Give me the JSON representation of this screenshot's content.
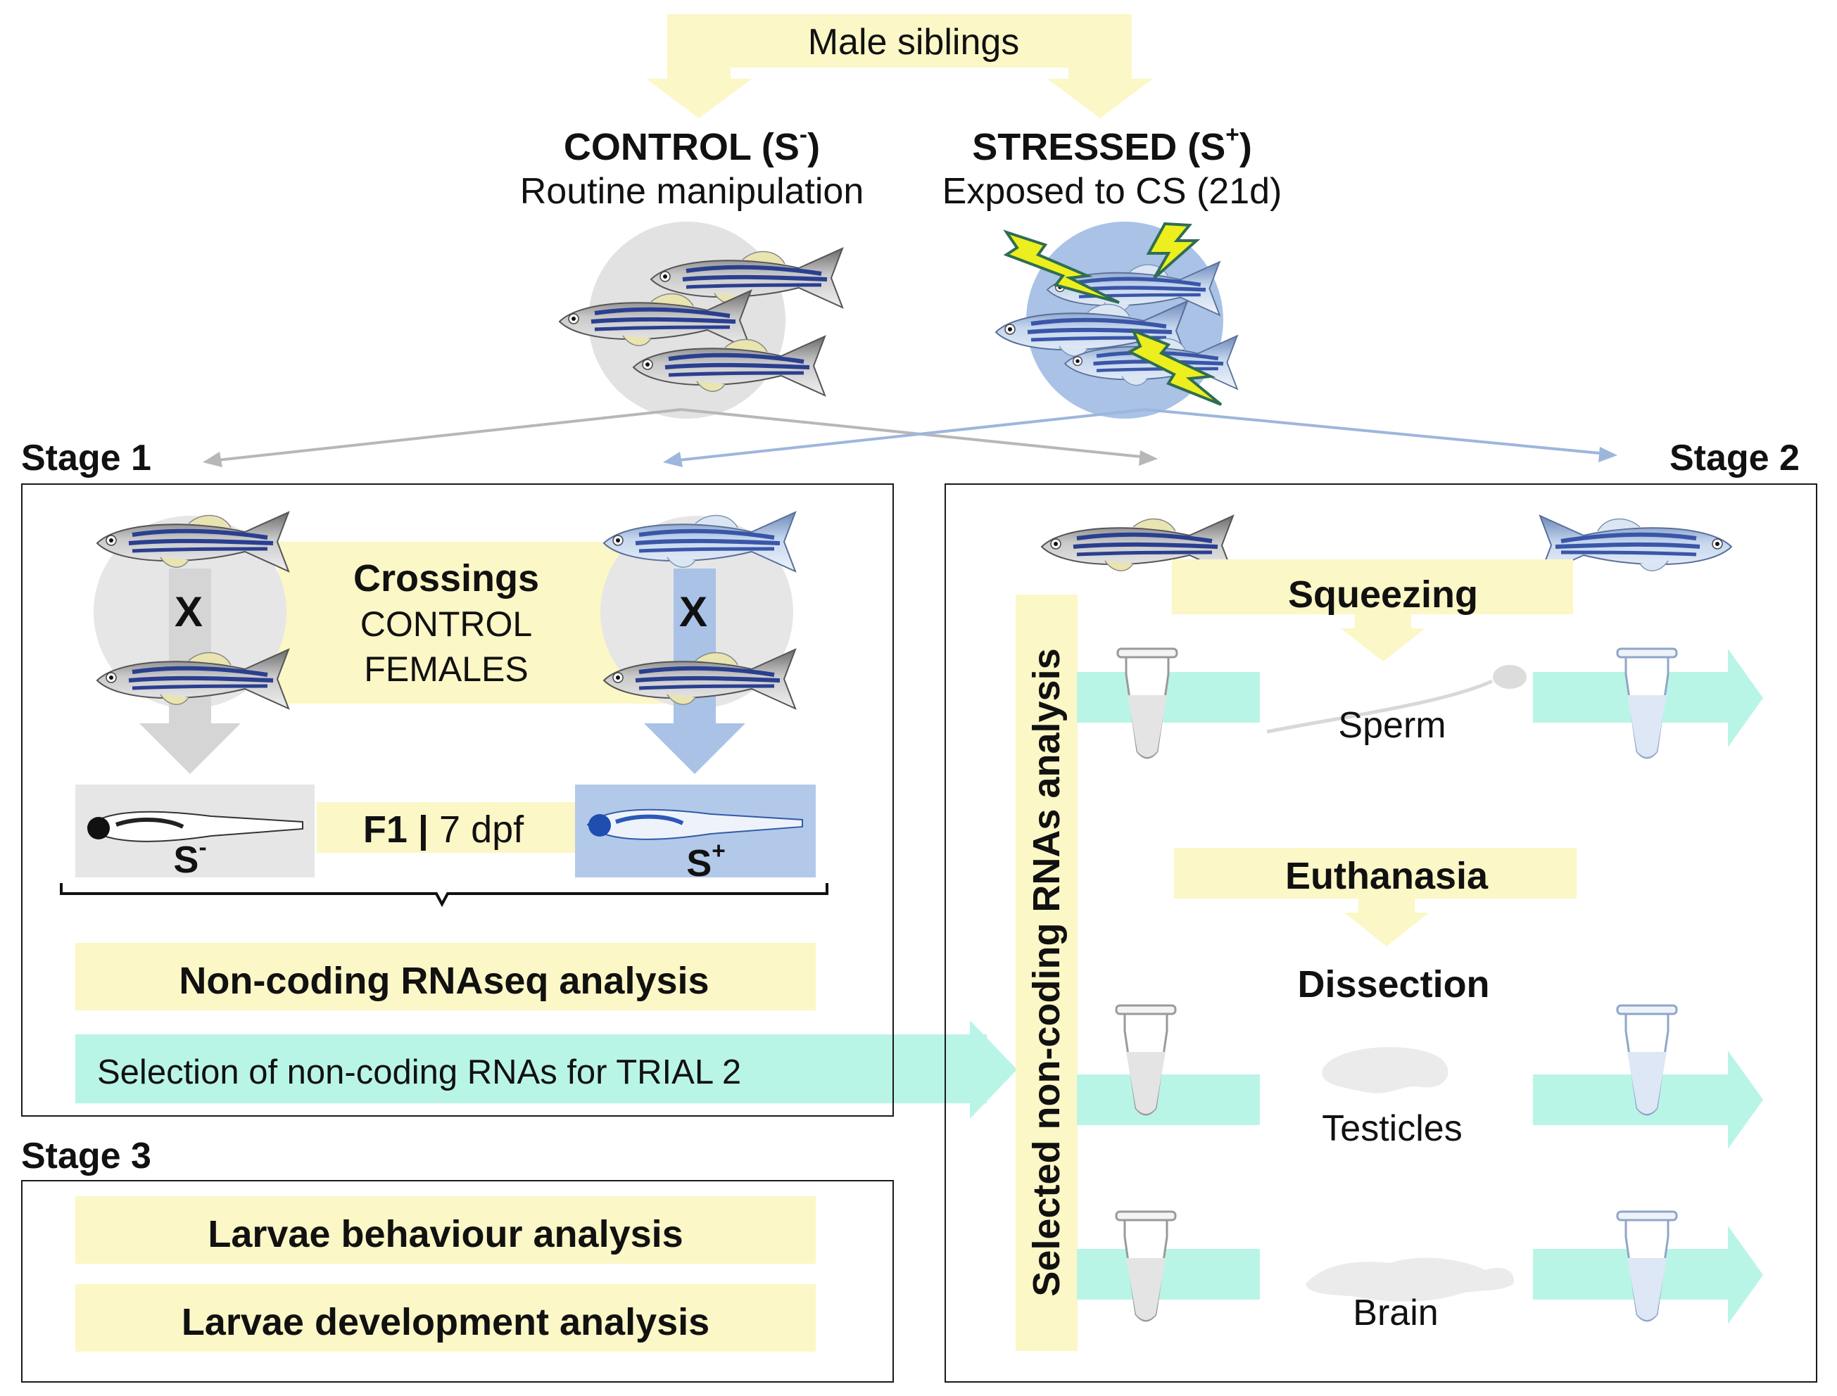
{
  "header": {
    "male_siblings": "Male siblings",
    "control_title": "CONTROL (S",
    "control_sup": "-",
    "control_close": ")",
    "control_sub": "Routine manipulation",
    "stressed_title": "STRESSED (S",
    "stressed_sup": "+",
    "stressed_close": ")",
    "stressed_sub": "Exposed to CS (21d)"
  },
  "stage1": {
    "label": "Stage 1",
    "cross_symbol": "X",
    "crossings": "Crossings",
    "control": "CONTROL",
    "females": "FEMALES",
    "f1": "F1",
    "separator": "|",
    "dpf": "7 dpf",
    "s_letter": "S",
    "minus": "-",
    "plus": "+",
    "ncrna_analysis": "Non-coding RNAseq analysis",
    "selection": "Selection of non-coding RNAs for TRIAL 2"
  },
  "stage2": {
    "label": "Stage 2",
    "squeezing": "Squeezing",
    "sperm": "Sperm",
    "euthanasia": "Euthanasia",
    "dissection": "Dissection",
    "testicles": "Testicles",
    "brain": "Brain",
    "vertical_label": "Selected non-coding RNAs analysis"
  },
  "stage3": {
    "label": "Stage 3",
    "behaviour": "Larvae behaviour analysis",
    "development": "Larvae development analysis"
  },
  "colors": {
    "yellow": "#fbf7c6",
    "aqua": "#b9f5e6",
    "control_grey": "#c7c7c7",
    "stressed_blue": "#aac4e6",
    "bolt": "#ecef1d"
  }
}
